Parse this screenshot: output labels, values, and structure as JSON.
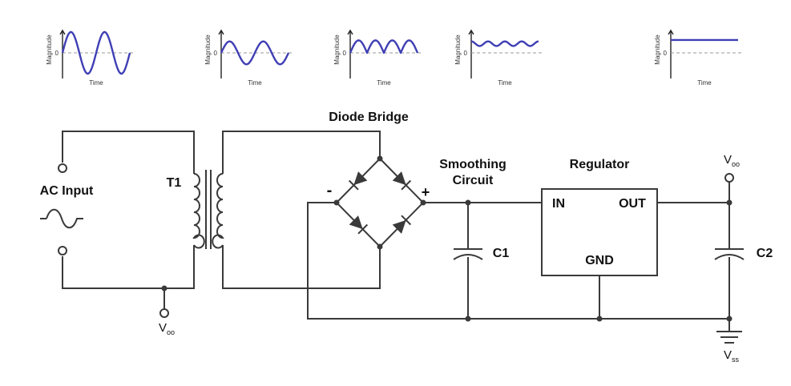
{
  "graphs": {
    "magnitude_label": "Magnitude",
    "time_label": "Time",
    "zero_label": "0",
    "plots": [
      {
        "name": "ac-input",
        "wave": "sine",
        "amplitude": 1.0
      },
      {
        "name": "stepped-down",
        "wave": "sine",
        "amplitude": 0.55
      },
      {
        "name": "rectified",
        "wave": "full-wave-rectified",
        "amplitude": 0.6
      },
      {
        "name": "smoothed",
        "wave": "ripple",
        "amplitude": 0.55
      },
      {
        "name": "regulated",
        "wave": "dc",
        "amplitude": 0.62
      }
    ],
    "wave_color": "#3f3fb5"
  },
  "circuit": {
    "ac_input_label": "AC Input",
    "transformer_label": "T1",
    "diode_bridge_label": "Diode Bridge",
    "minus_label": "-",
    "plus_label": "+",
    "smoothing_label_line1": "Smoothing",
    "smoothing_label_line2": "Circuit",
    "c1_label": "C1",
    "regulator_label": "Regulator",
    "reg_in_label": "IN",
    "reg_out_label": "OUT",
    "reg_gnd_label": "GND",
    "c2_label": "C2",
    "vdd_left": {
      "main": "V",
      "sub": "oo"
    },
    "vdd_right": {
      "main": "V",
      "sub": "oo"
    },
    "vss": {
      "main": "V",
      "sub": "ss"
    },
    "wire_color": "#3a3a3a"
  }
}
